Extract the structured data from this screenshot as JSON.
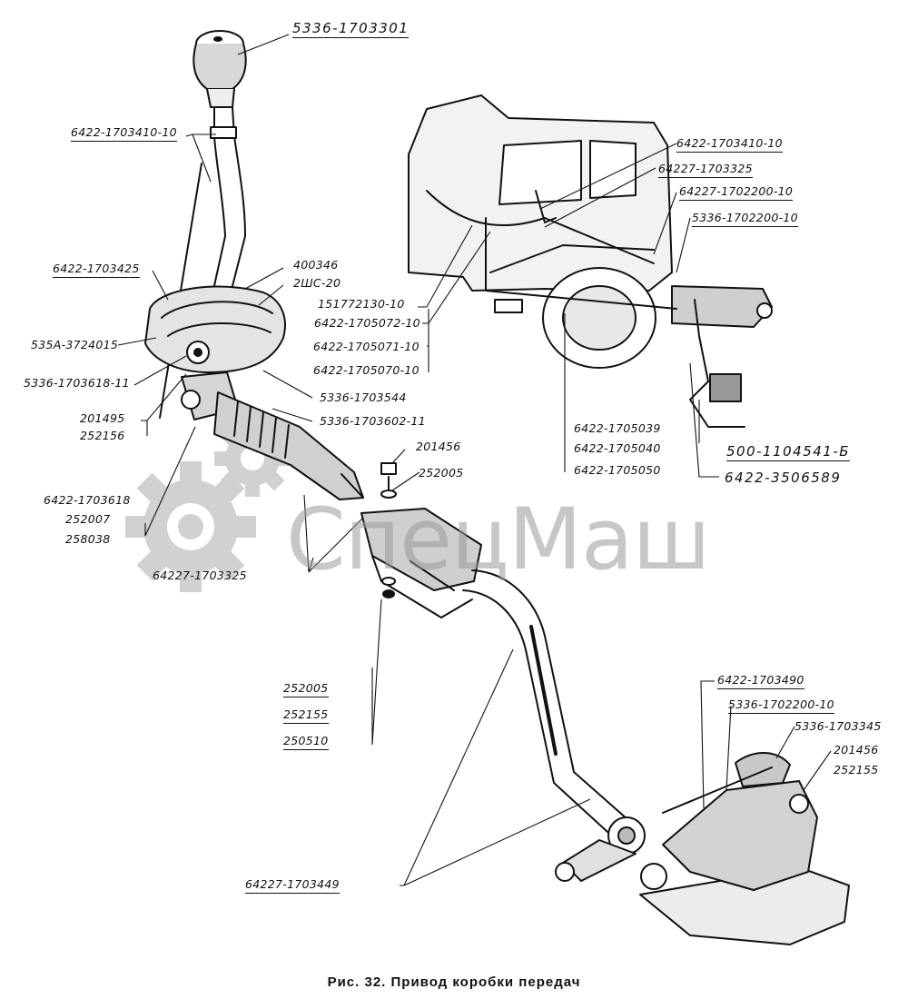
{
  "caption": "Рис. 32. Привод коробки передач",
  "watermark": "СпецМаш",
  "labels": {
    "knob": "5336-1703301",
    "lever_top": "6422-1703410-10",
    "boot": "6422-1703425",
    "p400346": "400346",
    "p2shs20": "2ШС-20",
    "p151772130": "151772130-10",
    "p1705072": "6422-1705072-10",
    "p1705071": "6422-1705071-10",
    "p1705070": "6422-1705070-10",
    "p535a": "535А-3724015",
    "p1703618_11": "5336-1703618-11",
    "p1703544": "5336-1703544",
    "p1703602": "5336-1703602-11",
    "p201495": "201495",
    "p252156": "252156",
    "p1703618": "6422-1703618",
    "p252007": "252007",
    "p258038": "258038",
    "p1703325_low": "64227-1703325",
    "p201456_mid": "201456",
    "p252005_mid": "252005",
    "p252005_low": "252005",
    "p252155_low": "252155",
    "p250510": "250510",
    "p1703449": "64227-1703449",
    "cab_1703410": "6422-1703410-10",
    "cab_1703325": "64227-1703325",
    "cab_1702200": "64227-1702200-10",
    "cab_5336_1702200": "5336-1702200-10",
    "p1705039": "6422-1705039",
    "p1705040": "6422-1705040",
    "p1705050": "6422-1705050",
    "p500_1104541": "500-1104541-Б",
    "p3506589": "6422-3506589",
    "gb_1703490": "6422-1703490",
    "gb_1702200": "5336-1702200-10",
    "gb_1703345": "5336-1703345",
    "gb_201456": "201456",
    "gb_252155": "252155"
  }
}
